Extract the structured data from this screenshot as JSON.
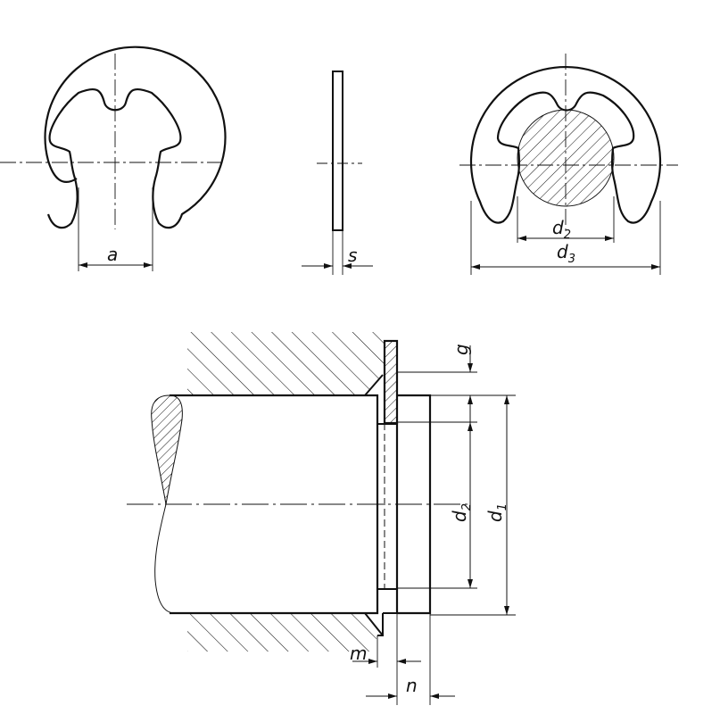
{
  "title": "E-clip retaining ring: views and installation",
  "colors": {
    "line": "#111111",
    "background": "#ffffff"
  },
  "views": {
    "front_view": {
      "dimension_a": "a"
    },
    "side_view": {
      "dimension_s": "s"
    },
    "assembled_view": {
      "dimension_d2": "d",
      "dimension_d2_sub": "2",
      "dimension_d3": "d",
      "dimension_d3_sub": "3"
    },
    "installation_section": {
      "dimension_g": "g",
      "dimension_d2": "d",
      "dimension_d2_sub": "2",
      "dimension_d1": "d",
      "dimension_d1_sub": "1",
      "dimension_m": "m",
      "dimension_n": "n"
    }
  }
}
